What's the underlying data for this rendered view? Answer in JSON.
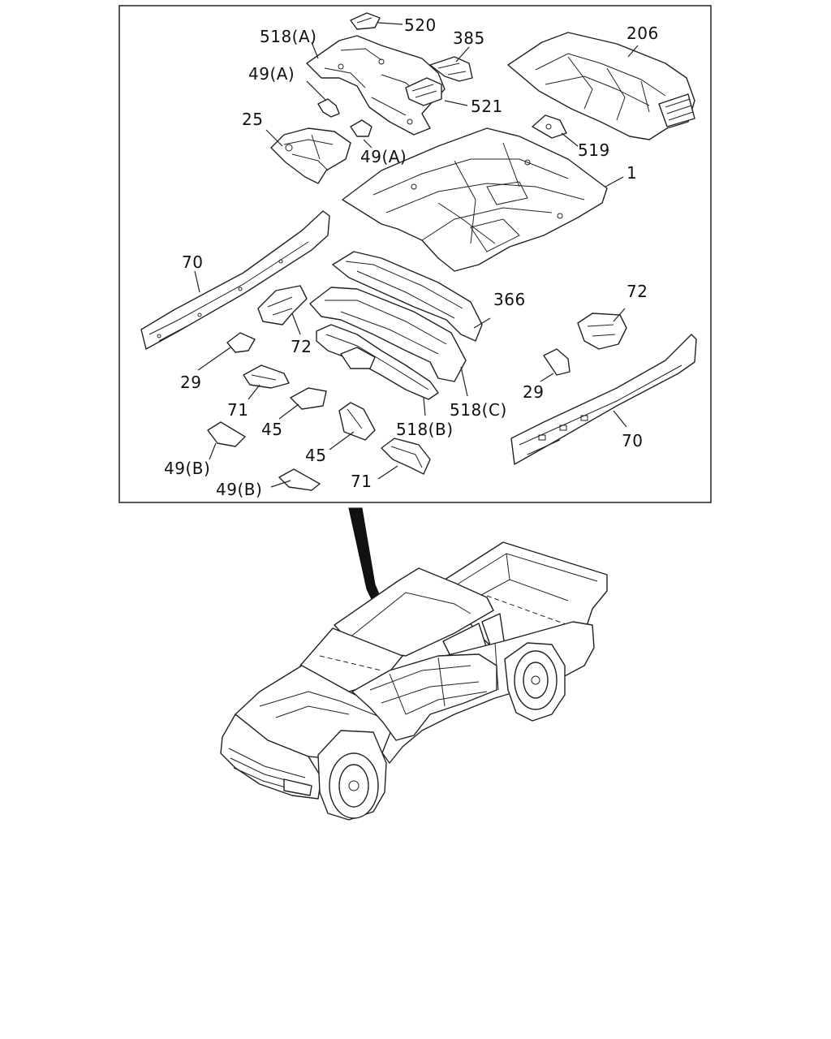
{
  "diagram": {
    "callouts": [
      "520",
      "518(A)",
      "385",
      "206",
      "49(A)",
      "521",
      "25",
      "49(A)",
      "519",
      "1",
      "70",
      "72",
      "366",
      "72",
      "29",
      "71",
      "45",
      "518(C)",
      "518(B)",
      "29",
      "70",
      "45",
      "49(B)",
      "71",
      "49(B)"
    ]
  }
}
